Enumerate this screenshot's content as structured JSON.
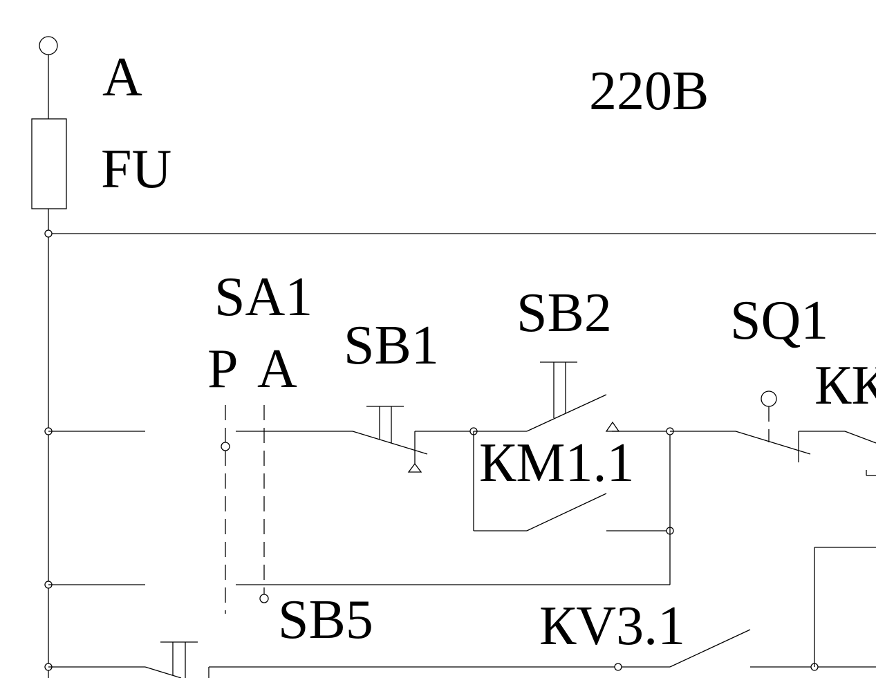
{
  "labels": {
    "phase": "A",
    "voltage": "220В",
    "fuse": "FU",
    "sa1": "SA1",
    "sa1_pos_p": "Р",
    "sa1_pos_a": "А",
    "sb1": "SB1",
    "sb2": "SB2",
    "sq1": "SQ1",
    "kk_partial": "КК",
    "km1_1": "КМ1.1",
    "sb5": "SB5",
    "kv3_1": "КV3.1"
  }
}
